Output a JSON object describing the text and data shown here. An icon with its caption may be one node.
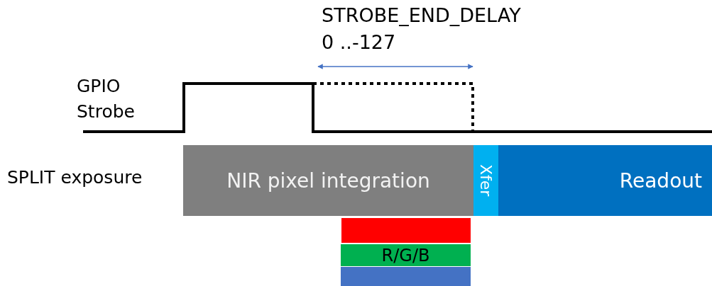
{
  "diagram": {
    "nodes": [
      {
        "text": [
          "NIR pixel integration"
        ]
      },
      {
        "text": [
          "Xfer"
        ]
      },
      {
        "text": [
          "Readout"
        ]
      },
      {
        "text": [],
        "shape": "bar"
      },
      {
        "text": [
          "R/G/B"
        ]
      },
      {
        "text": [],
        "shape": "bar"
      }
    ],
    "edges": [],
    "labels": [
      "STROBE_END_DELAY",
      "0 ..-127",
      "GPIO Strobe",
      "SPLIT exposure"
    ]
  }
}
